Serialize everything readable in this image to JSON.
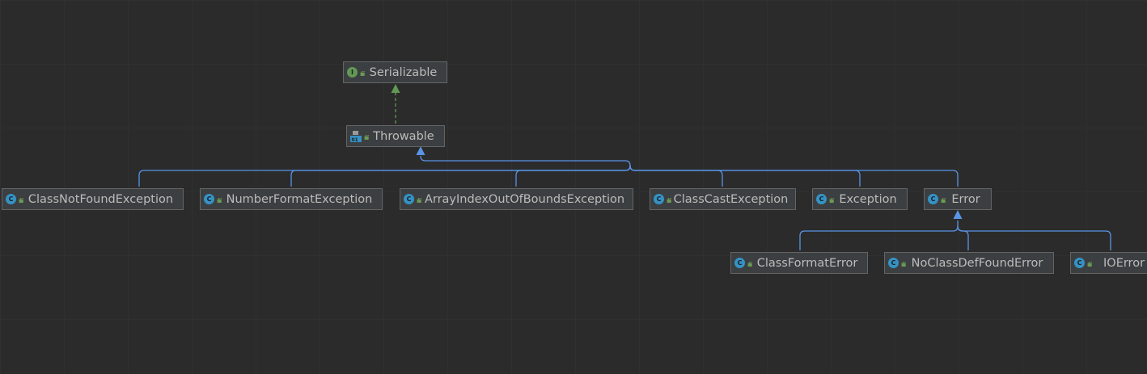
{
  "diagram": {
    "nodes": {
      "serializable": {
        "label": "Serializable",
        "kind": "interface",
        "kind_glyph": "I"
      },
      "throwable": {
        "label": "Throwable",
        "kind": "abstract-class"
      },
      "class_not_found": {
        "label": "ClassNotFoundException",
        "kind": "class",
        "kind_glyph": "C"
      },
      "number_format": {
        "label": "NumberFormatException",
        "kind": "class",
        "kind_glyph": "C"
      },
      "array_index": {
        "label": "ArrayIndexOutOfBoundsException",
        "kind": "class",
        "kind_glyph": "C"
      },
      "class_cast": {
        "label": "ClassCastException",
        "kind": "class",
        "kind_glyph": "C"
      },
      "exception": {
        "label": "Exception",
        "kind": "class",
        "kind_glyph": "C"
      },
      "error": {
        "label": "Error",
        "kind": "class",
        "kind_glyph": "C"
      },
      "class_format_error": {
        "label": "ClassFormatError",
        "kind": "class",
        "kind_glyph": "C"
      },
      "no_class_def": {
        "label": "NoClassDefFoundError",
        "kind": "class",
        "kind_glyph": "C"
      },
      "io_error": {
        "label": "IOError",
        "kind": "class",
        "kind_glyph": "C"
      }
    },
    "edges": [
      {
        "from": "throwable",
        "to": "serializable",
        "type": "implements"
      },
      {
        "from": "class_not_found",
        "to": "throwable",
        "type": "extends"
      },
      {
        "from": "number_format",
        "to": "throwable",
        "type": "extends"
      },
      {
        "from": "array_index",
        "to": "throwable",
        "type": "extends"
      },
      {
        "from": "class_cast",
        "to": "throwable",
        "type": "extends"
      },
      {
        "from": "exception",
        "to": "throwable",
        "type": "extends"
      },
      {
        "from": "error",
        "to": "throwable",
        "type": "extends"
      },
      {
        "from": "class_format_error",
        "to": "error",
        "type": "extends"
      },
      {
        "from": "no_class_def",
        "to": "error",
        "type": "extends"
      },
      {
        "from": "io_error",
        "to": "error",
        "type": "extends"
      }
    ],
    "colors": {
      "background": "#2b2b2b",
      "grid": "#303030",
      "node_fill": "#3c3f41",
      "node_border": "#646464",
      "node_text": "#bbbbbb",
      "extends_edge": "#5994e6",
      "implements_edge": "#629755",
      "class_icon": "#3592c4",
      "interface_icon": "#629755",
      "access_icon": "#6a9955"
    }
  }
}
